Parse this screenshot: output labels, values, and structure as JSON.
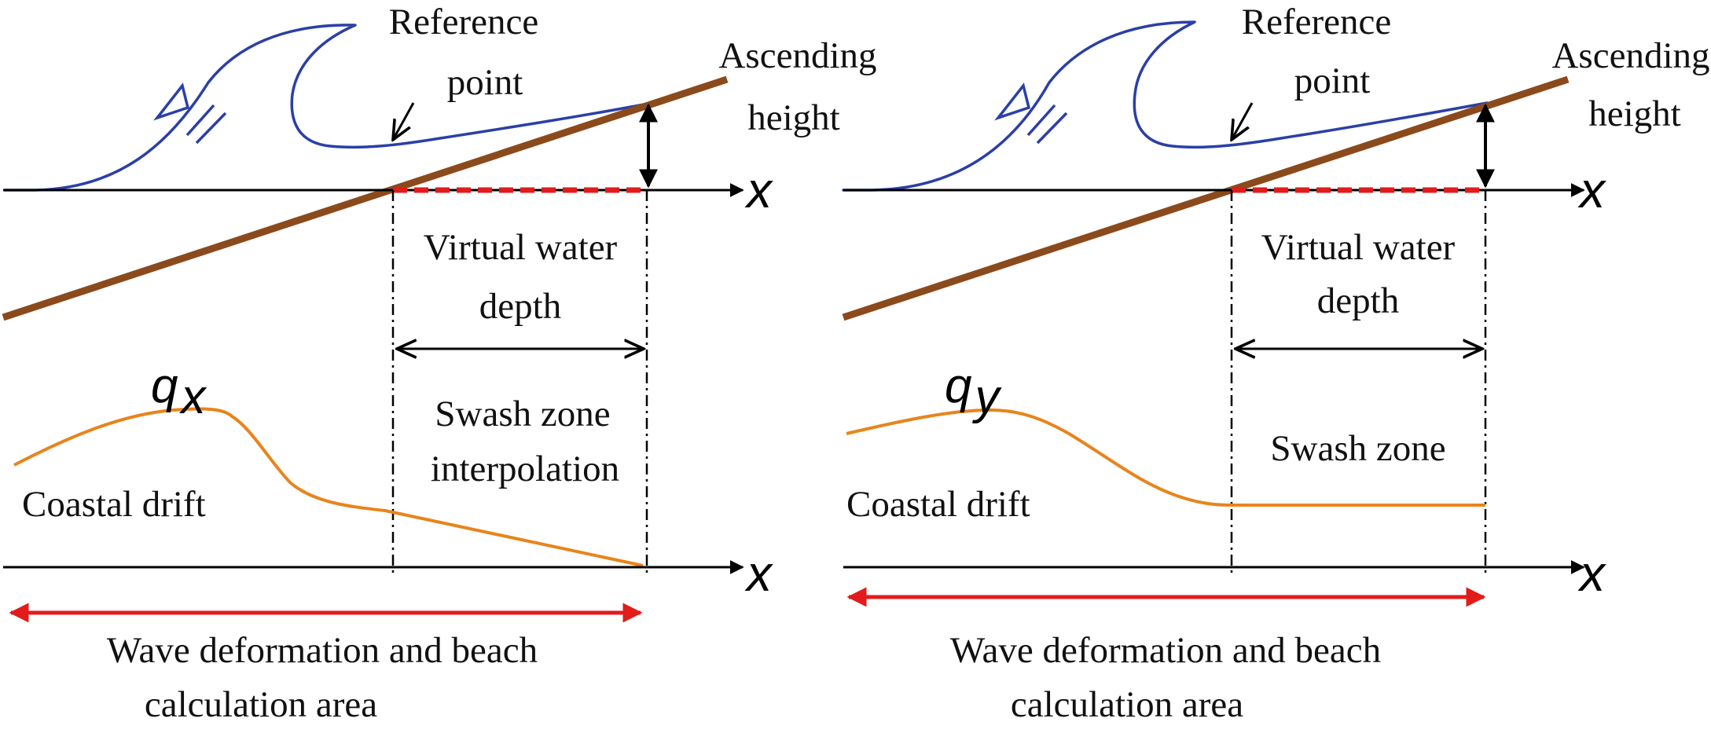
{
  "colors": {
    "wave": "#2b3fa8",
    "slope": "#8b4a1c",
    "virtual_depth": "#e21b1b",
    "drift": "#e8841c",
    "extent_arrow": "#e21b1b",
    "ink": "#000000"
  },
  "panels": [
    {
      "reference_point": [
        "Reference",
        "point"
      ],
      "ascending_height": [
        "Ascending",
        "height"
      ],
      "axis_top": "x",
      "virtual_water_depth": [
        "Virtual water",
        "depth"
      ],
      "quantity": "q",
      "quantity_sub": "x",
      "swash_zone": [
        "Swash zone",
        "interpolation"
      ],
      "coastal_drift": "Coastal drift",
      "axis_bottom": "x",
      "calculation_area": [
        "Wave deformation and beach",
        "calculation area"
      ]
    },
    {
      "reference_point": [
        "Reference",
        "point"
      ],
      "ascending_height": [
        "Ascending",
        "height"
      ],
      "axis_top": "x",
      "virtual_water_depth": [
        "Virtual water",
        "depth"
      ],
      "quantity": "q",
      "quantity_sub": "y",
      "swash_zone": [
        "Swash zone"
      ],
      "coastal_drift": "Coastal drift",
      "axis_bottom": "x",
      "calculation_area": [
        "Wave deformation and beach",
        "calculation area"
      ]
    }
  ]
}
